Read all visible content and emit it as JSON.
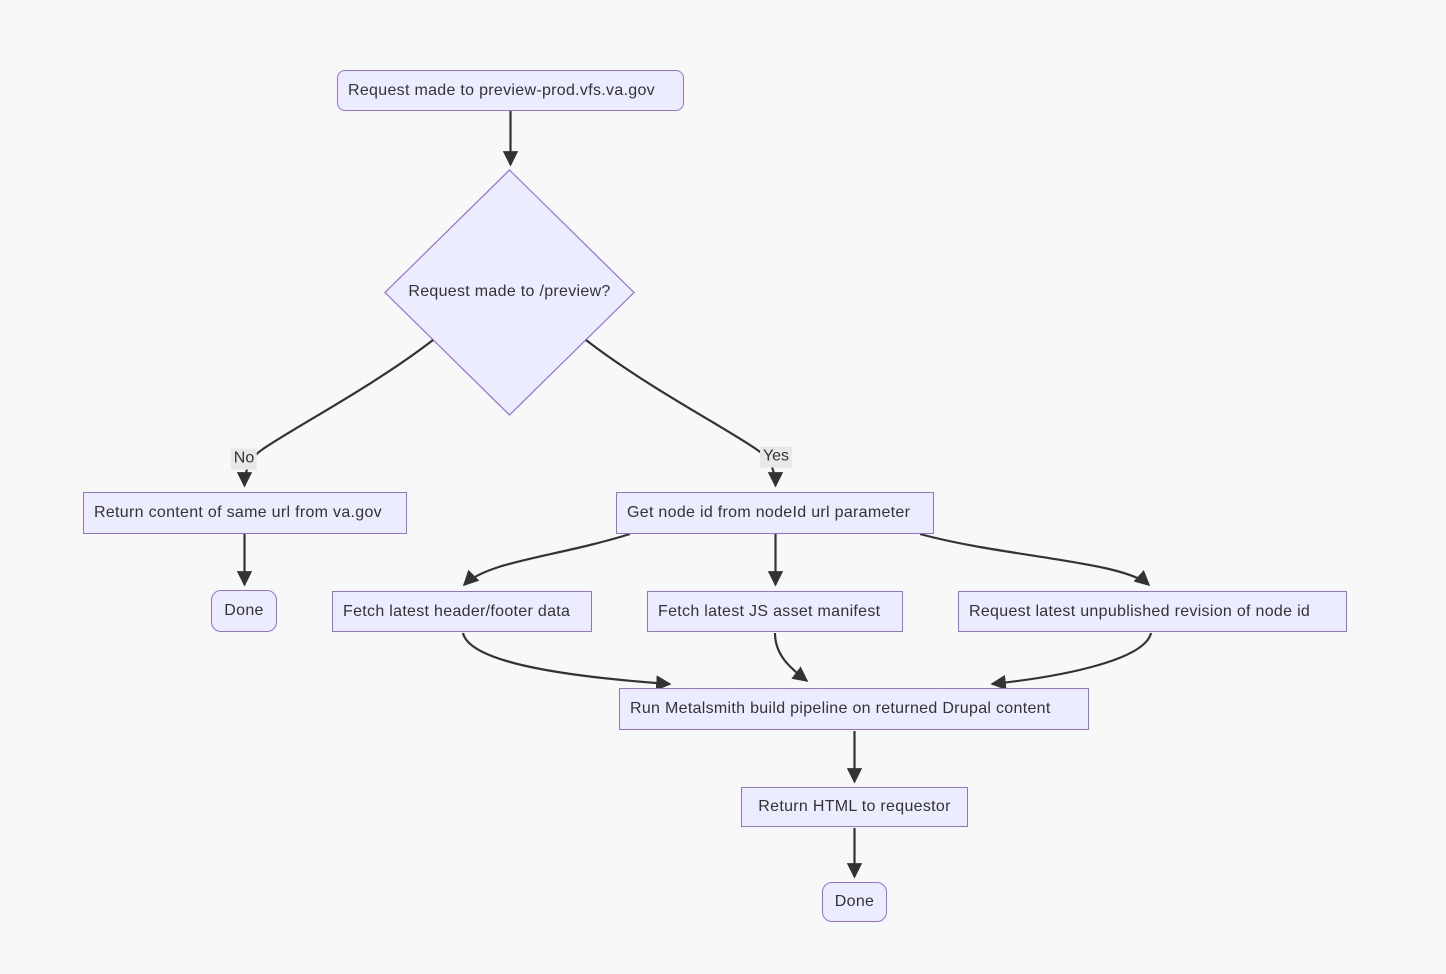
{
  "diagram": {
    "type": "flowchart",
    "background_color": "#f8f8f9",
    "node_fill": "#ececff",
    "node_border": "#9370db",
    "edge_color": "#333333",
    "text_color": "#333333",
    "edge_label_bg": "#e8e8e8",
    "nodes": {
      "start": {
        "label": "Request made to preview-prod.vfs.va.gov",
        "shape": "rounded-rect"
      },
      "decision": {
        "label": "Request made to /preview?",
        "shape": "diamond"
      },
      "return_same_url": {
        "label": "Return content of same url from va.gov",
        "shape": "rect"
      },
      "done_left": {
        "label": "Done",
        "shape": "rounded-rect"
      },
      "get_node_id": {
        "label": "Get node id from nodeId url parameter",
        "shape": "rect"
      },
      "fetch_header_footer": {
        "label": "Fetch latest header/footer data",
        "shape": "rect"
      },
      "fetch_js_manifest": {
        "label": "Fetch latest JS asset manifest",
        "shape": "rect"
      },
      "request_unpublished_revision": {
        "label": "Request latest unpublished revision of node id",
        "shape": "rect"
      },
      "run_metalsmith": {
        "label": "Run Metalsmith build pipeline on returned Drupal content",
        "shape": "rect"
      },
      "return_html": {
        "label": "Return HTML to requestor",
        "shape": "rect"
      },
      "done_bottom": {
        "label": "Done",
        "shape": "rounded-rect"
      }
    },
    "edge_labels": {
      "no": "No",
      "yes": "Yes"
    },
    "edges": [
      {
        "from": "start",
        "to": "decision",
        "label": ""
      },
      {
        "from": "decision",
        "to": "return_same_url",
        "label": "No"
      },
      {
        "from": "return_same_url",
        "to": "done_left",
        "label": ""
      },
      {
        "from": "decision",
        "to": "get_node_id",
        "label": "Yes"
      },
      {
        "from": "get_node_id",
        "to": "fetch_header_footer",
        "label": ""
      },
      {
        "from": "get_node_id",
        "to": "fetch_js_manifest",
        "label": ""
      },
      {
        "from": "get_node_id",
        "to": "request_unpublished_revision",
        "label": ""
      },
      {
        "from": "fetch_header_footer",
        "to": "run_metalsmith",
        "label": ""
      },
      {
        "from": "fetch_js_manifest",
        "to": "run_metalsmith",
        "label": ""
      },
      {
        "from": "request_unpublished_revision",
        "to": "run_metalsmith",
        "label": ""
      },
      {
        "from": "run_metalsmith",
        "to": "return_html",
        "label": ""
      },
      {
        "from": "return_html",
        "to": "done_bottom",
        "label": ""
      }
    ]
  }
}
